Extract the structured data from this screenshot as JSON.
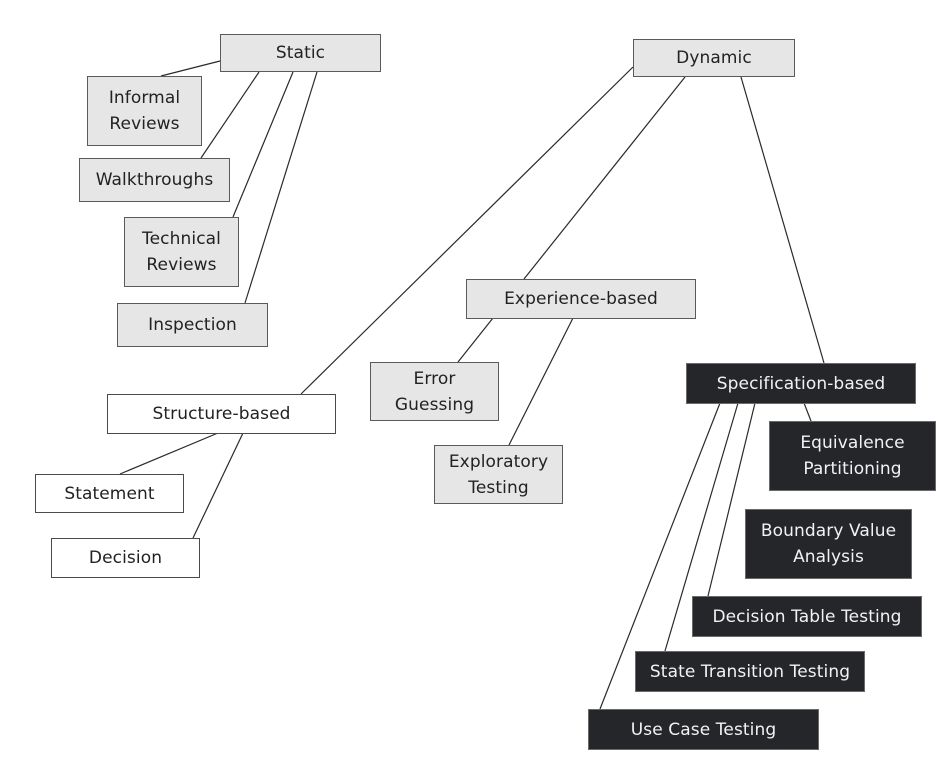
{
  "diagram": {
    "title": "Test design techniques taxonomy",
    "colors": {
      "static_fill": "#e6e6e6",
      "experience_fill": "#e6e6e6",
      "structure_fill": "#ffffff",
      "specification_fill": "#25262a",
      "specification_text": "#f2f2f2",
      "line": "#2a2a2a"
    },
    "nodes": {
      "static": "Static",
      "dynamic": "Dynamic",
      "informal_reviews": "Informal\nReviews",
      "walkthroughs": "Walkthroughs",
      "technical_reviews": "Technical\nReviews",
      "inspection": "Inspection",
      "structure_based": "Structure-based",
      "statement": "Statement",
      "decision": "Decision",
      "experience_based": "Experience-based",
      "error_guessing": "Error\nGuessing",
      "exploratory_testing": "Exploratory\nTesting",
      "specification_based": "Specification-based",
      "equivalence_partitioning": "Equivalence\nPartitioning",
      "boundary_value_analysis": "Boundary Value\nAnalysis",
      "decision_table_testing": "Decision Table Testing",
      "state_transition_testing": "State Transition Testing",
      "use_case_testing": "Use Case Testing"
    },
    "edges": [
      [
        "static",
        "informal_reviews"
      ],
      [
        "static",
        "walkthroughs"
      ],
      [
        "static",
        "technical_reviews"
      ],
      [
        "static",
        "inspection"
      ],
      [
        "dynamic",
        "structure_based"
      ],
      [
        "dynamic",
        "experience_based"
      ],
      [
        "dynamic",
        "specification_based"
      ],
      [
        "structure_based",
        "statement"
      ],
      [
        "structure_based",
        "decision"
      ],
      [
        "experience_based",
        "error_guessing"
      ],
      [
        "experience_based",
        "exploratory_testing"
      ],
      [
        "specification_based",
        "equivalence_partitioning"
      ],
      [
        "specification_based",
        "decision_table_testing"
      ],
      [
        "specification_based",
        "state_transition_testing"
      ],
      [
        "specification_based",
        "use_case_testing"
      ]
    ]
  }
}
